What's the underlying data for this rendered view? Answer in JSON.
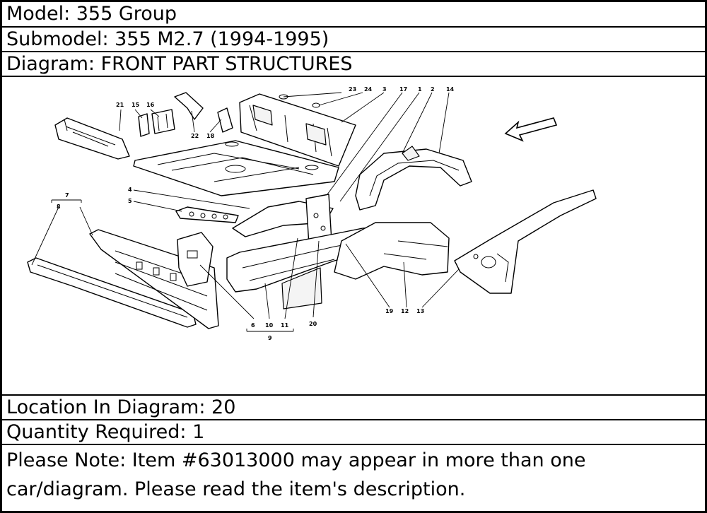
{
  "header": {
    "model": "Model: 355 Group",
    "submodel": "Submodel: 355 M2.7 (1994-1995)",
    "diagram": "Diagram: FRONT PART STRUCTURES"
  },
  "diagram": {
    "callouts": [
      "23",
      "24",
      "3",
      "17",
      "1",
      "2",
      "14",
      "21",
      "15",
      "16",
      "22",
      "18",
      "4",
      "5",
      "7",
      "8",
      "6",
      "10",
      "11",
      "9",
      "20",
      "19",
      "12",
      "13"
    ],
    "direction_icon": "arrow-left-down-icon"
  },
  "footer": {
    "location": "Location In Diagram: 20",
    "quantity": "Quantity Required: 1",
    "note": "Please Note: Item #63013000 may appear in more than one car/diagram. Please read the item's description."
  }
}
